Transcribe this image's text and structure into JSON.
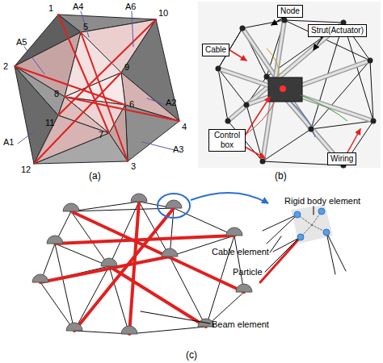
{
  "diagram": {
    "nodes": [
      {
        "text": [
          "Node"
        ]
      },
      {
        "text": [
          "Strut(Actuator)"
        ]
      },
      {
        "text": [
          "Cable"
        ]
      },
      {
        "text": [
          "Control box"
        ]
      },
      {
        "text": [
          "Wiring"
        ]
      }
    ],
    "labels": [
      "1",
      "A4",
      "A6",
      "10",
      "5",
      "A5",
      "9",
      "2",
      "8",
      "6",
      "A2",
      "4",
      "11",
      "7",
      "A1",
      "A3",
      "12",
      "3",
      "(a)",
      "(b)",
      "Rigid body element",
      "Cable element",
      "Particle",
      "Beam element",
      "(c)"
    ]
  }
}
